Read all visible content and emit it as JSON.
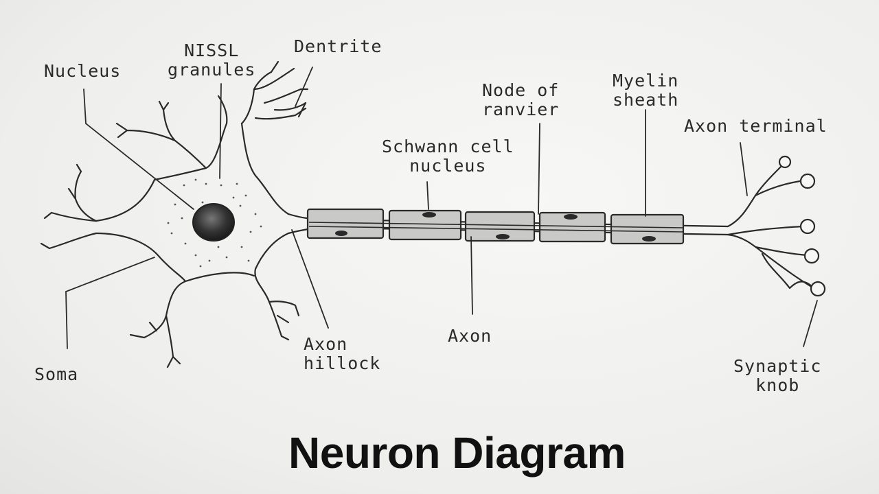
{
  "title": "Neuron Diagram",
  "labels": {
    "nucleus": "Nucleus",
    "nissl_granules": "NISSL\ngranules",
    "dendrite": "Dentrite",
    "node_of_ranvier": "Node of\nranvier",
    "myelin_sheath": "Myelin\nsheath",
    "schwann_cell_nucleus": "Schwann cell\nnucleus",
    "axon_terminal": "Axon terminal",
    "soma": "Soma",
    "axon_hillock": "Axon\nhillock",
    "axon": "Axon",
    "synaptic_knob": "Synaptic\nknob"
  },
  "colors": {
    "ink": "#2a2a2a",
    "sheath_fill": "#c9c9c7",
    "nucleus_fill": "#3a3a3a",
    "paper": "#f3f3f1"
  }
}
